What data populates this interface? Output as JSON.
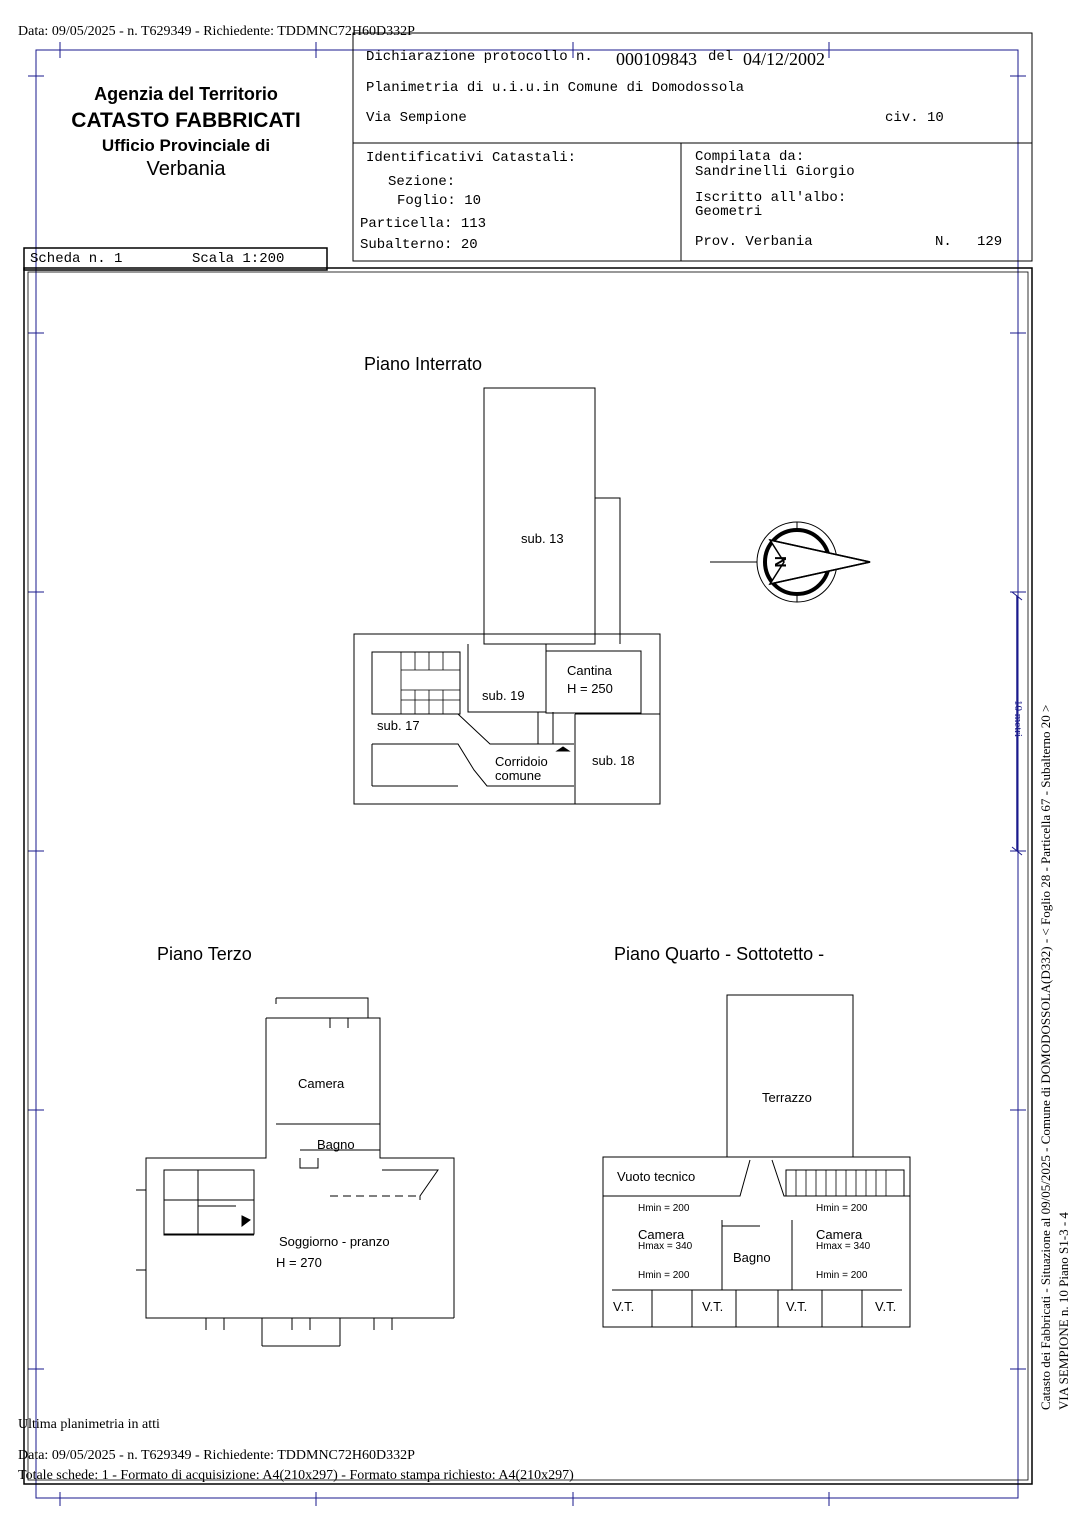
{
  "top_stamp": "Data: 09/05/2025 - n. T629349 - Richiedente: TDDMNC72H60D332P",
  "agency": {
    "line1": "Agenzia del Territorio",
    "line2": "CATASTO FABBRICATI",
    "line3": "Ufficio Provinciale di",
    "line4": "Verbania"
  },
  "scheda": {
    "label": "Scheda n. 1",
    "scala": "Scala 1:200"
  },
  "declaration": {
    "prefix": "Dichiarazione protocollo n.",
    "number": "000109843",
    "del_label": "del",
    "date": "04/12/2002",
    "planimetria": "Planimetria di u.i.u.in Comune di Domodossola",
    "via": "Via Sempione",
    "civ": "civ. 10"
  },
  "identifiers": {
    "title": "Identificativi Catastali:",
    "sezione": "Sezione:",
    "foglio": "Foglio: 10",
    "particella": "Particella: 113",
    "subalterno": "Subalterno: 20"
  },
  "compiler": {
    "label": "Compilata da:",
    "name": "Sandrinelli Giorgio",
    "albo_label": "Iscritto all'albo:",
    "albo": "Geometri",
    "prov": "Prov. Verbania",
    "n_label": "N.",
    "n_value": "129"
  },
  "plans": {
    "interrato": {
      "title": "Piano Interrato",
      "sub13": "sub. 13",
      "sub19": "sub. 19",
      "cantina": "Cantina",
      "cantina_h": "H = 250",
      "sub17": "sub. 17",
      "corridoio1": "Corridoio",
      "corridoio2": "comune",
      "sub18": "sub. 18"
    },
    "terzo": {
      "title": "Piano Terzo",
      "camera": "Camera",
      "bagno": "Bagno",
      "soggiorno": "Soggiorno - pranzo",
      "soggiorno_h": "H = 270"
    },
    "quarto": {
      "title": "Piano Quarto - Sottotetto -",
      "terrazzo": "Terrazzo",
      "vuoto": "Vuoto tecnico",
      "hmin": "Hmin = 200",
      "camera": "Camera",
      "hmax": "Hmax = 340",
      "bagno": "Bagno",
      "vt": "V.T."
    }
  },
  "scale_bar": "10 metri",
  "side_text_1": "Catasto dei Fabbricati - Situazione al 09/05/2025 - Comune di DOMODOSSOLA(D332) - < Foglio 28 - Particella 67 - Subalterno 20 >",
  "side_text_2": "VIA SEMPIONE n. 10 Piano S1-3 - 4",
  "footer": {
    "note": "Ultima planimetria in atti",
    "stamp": "Data: 09/05/2025 - n. T629349 - Richiedente: TDDMNC72H60D332P",
    "schede": "Totale schede: 1 - Formato di acquisizione: A4(210x297) - Formato stampa richiesto: A4(210x297)"
  },
  "colors": {
    "frame": "#1a1a8c",
    "ink": "#000000"
  }
}
